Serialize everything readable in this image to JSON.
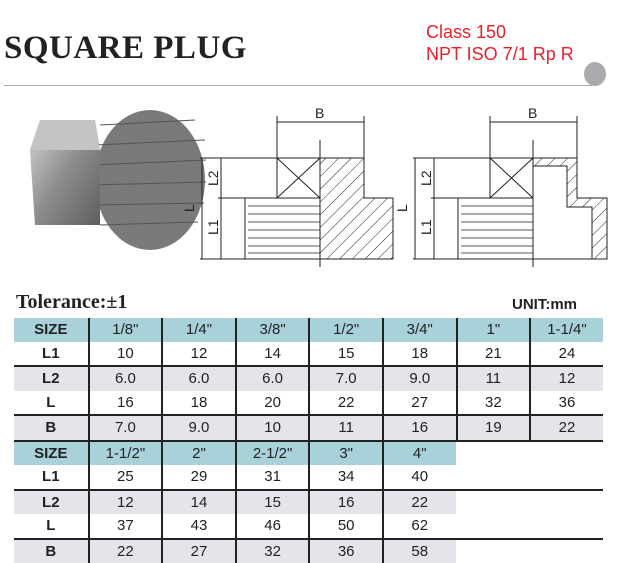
{
  "header": {
    "title": "SQUARE PLUG",
    "spec_line1": "Class 150",
    "spec_line2": "NPT ISO 7/1 Rp R",
    "accent_color": "#e8202a"
  },
  "diagram": {
    "labels": {
      "b": "B",
      "l": "L",
      "l1": "L1",
      "l2": "L2"
    }
  },
  "table": {
    "tolerance": "Tolerance:±1",
    "unit": "UNIT:mm",
    "block1": {
      "header": [
        "SIZE",
        "1/8\"",
        "1/4\"",
        "3/8\"",
        "1/2\"",
        "3/4\"",
        "1\"",
        "1-1/4\""
      ],
      "rows": [
        [
          "L1",
          "10",
          "12",
          "14",
          "15",
          "18",
          "21",
          "24"
        ],
        [
          "L2",
          "6.0",
          "6.0",
          "6.0",
          "7.0",
          "9.0",
          "11",
          "12"
        ],
        [
          "L",
          "16",
          "18",
          "20",
          "22",
          "27",
          "32",
          "36"
        ],
        [
          "B",
          "7.0",
          "9.0",
          "10",
          "11",
          "16",
          "19",
          "22"
        ]
      ]
    },
    "block2": {
      "header": [
        "SIZE",
        "1-1/2\"",
        "2\"",
        "2-1/2\"",
        "3\"",
        "4\""
      ],
      "rows": [
        [
          "L1",
          "25",
          "29",
          "31",
          "34",
          "40"
        ],
        [
          "L2",
          "12",
          "14",
          "15",
          "16",
          "22"
        ],
        [
          "L",
          "37",
          "43",
          "46",
          "50",
          "62"
        ],
        [
          "B",
          "22",
          "27",
          "32",
          "36",
          "58"
        ]
      ]
    }
  }
}
